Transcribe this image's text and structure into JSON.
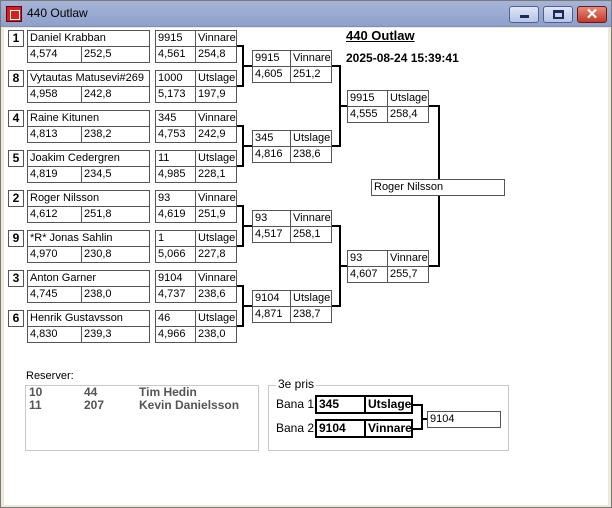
{
  "window": {
    "title": "440 Outlaw"
  },
  "header": {
    "title": "440 Outlaw",
    "datetime": "2025-08-24 15:39:41"
  },
  "round1": [
    {
      "seed": "1",
      "name": "Daniel Krabban",
      "et": "4,574",
      "speed": "252,5"
    },
    {
      "seed": "8",
      "name": "Vytautas Matusevi#269",
      "et": "4,958",
      "speed": "242,8"
    },
    {
      "seed": "4",
      "name": "Raine Kitunen",
      "et": "4,813",
      "speed": "238,2"
    },
    {
      "seed": "5",
      "name": "Joakim Cedergren",
      "et": "4,819",
      "speed": "234,5"
    },
    {
      "seed": "2",
      "name": "Roger Nilsson",
      "et": "4,612",
      "speed": "251,8"
    },
    {
      "seed": "9",
      "name": "*R* Jonas  Sahlin",
      "et": "4,970",
      "speed": "230,8"
    },
    {
      "seed": "3",
      "name": "Anton Garner",
      "et": "4,745",
      "speed": "238,0"
    },
    {
      "seed": "6",
      "name": "Henrik Gustavsson",
      "et": "4,830",
      "speed": "239,3"
    }
  ],
  "round2": [
    {
      "num": "9915",
      "result": "Vinnare",
      "et": "4,561",
      "speed": "254,8"
    },
    {
      "num": "1000",
      "result": "Utslagen",
      "et": "5,173",
      "speed": "197,9"
    },
    {
      "num": "345",
      "result": "Vinnare",
      "et": "4,753",
      "speed": "242,9"
    },
    {
      "num": "11",
      "result": "Utslagen",
      "et": "4,985",
      "speed": "228,1"
    },
    {
      "num": "93",
      "result": "Vinnare",
      "et": "4,619",
      "speed": "251,9"
    },
    {
      "num": "1",
      "result": "Utslagen",
      "et": "5,066",
      "speed": "227,8"
    },
    {
      "num": "9104",
      "result": "Vinnare",
      "et": "4,737",
      "speed": "238,6"
    },
    {
      "num": "46",
      "result": "Utslagen",
      "et": "4,966",
      "speed": "238,0"
    }
  ],
  "round3": [
    {
      "num": "9915",
      "result": "Vinnare",
      "et": "4,605",
      "speed": "251,2"
    },
    {
      "num": "345",
      "result": "Utslagen",
      "et": "4,816",
      "speed": "238,6"
    },
    {
      "num": "93",
      "result": "Vinnare",
      "et": "4,517",
      "speed": "258,1"
    },
    {
      "num": "9104",
      "result": "Utslagen",
      "et": "4,871",
      "speed": "238,7"
    }
  ],
  "round4": [
    {
      "num": "9915",
      "result": "Utslagen",
      "et": "4,555",
      "speed": "258,4"
    },
    {
      "num": "93",
      "result": "Vinnare",
      "et": "4,607",
      "speed": "255,7"
    }
  ],
  "winner": "Roger Nilsson",
  "reserves": {
    "label": "Reserver:",
    "rows": [
      {
        "pos": "10",
        "num": "44",
        "name": "Tim Hedin"
      },
      {
        "pos": "11",
        "num": "207",
        "name": "Kevin Danielsson"
      }
    ]
  },
  "third_place": {
    "label": "3e pris",
    "lanes": [
      {
        "lane": "Bana 1",
        "num": "345",
        "result": "Utslagen"
      },
      {
        "lane": "Bana 2",
        "num": "9104",
        "result": "Vinnare"
      }
    ],
    "winner": "9104"
  }
}
